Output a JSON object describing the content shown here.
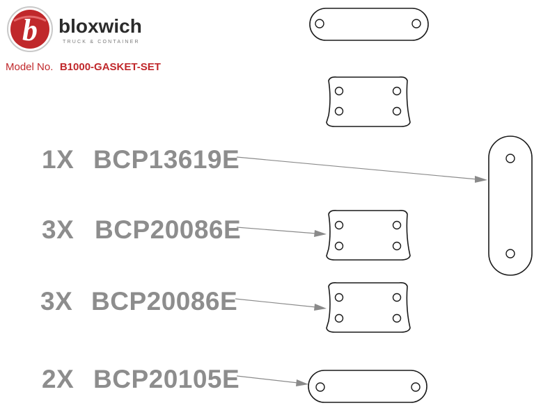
{
  "brand": {
    "name": "bloxwich",
    "tagline": "TRUCK & CONTAINER",
    "logo_letter": "b",
    "color_red": "#c0282b"
  },
  "model": {
    "prefix": "Model No.",
    "code": "B1000-GASKET-SET"
  },
  "parts": [
    {
      "qty": "1X",
      "code": "BCP13619E"
    },
    {
      "qty": "3X",
      "code": "BCP20086E"
    },
    {
      "qty": "3X",
      "code": "BCP20086E"
    },
    {
      "qty": "2X",
      "code": "BCP20105E"
    }
  ],
  "colors": {
    "label_gray": "#8d8d8d",
    "outline": "#1a1a1a",
    "leader": "#8a8a8a"
  }
}
